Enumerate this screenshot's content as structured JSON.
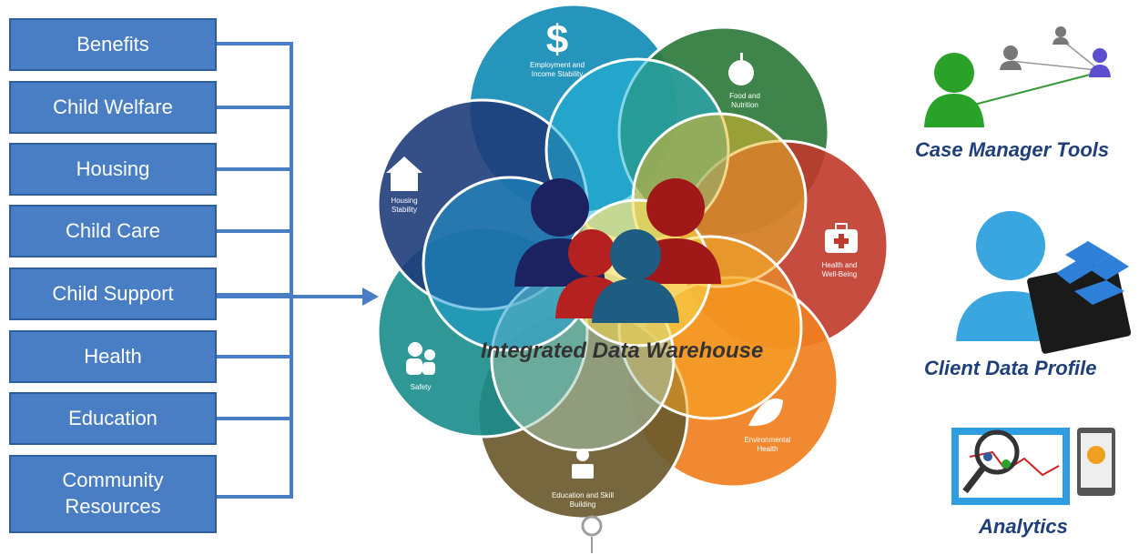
{
  "sources": [
    "Benefits",
    "Child Welfare",
    "Housing",
    "Child Care",
    "Child Support",
    "Health",
    "Education",
    "Community Resources"
  ],
  "center": {
    "title": "Integrated Data Warehouse",
    "petals": [
      {
        "label": "Employment and Income Stability",
        "color": "#1a8fb8",
        "icon": "dollar-icon"
      },
      {
        "label": "Food and Nutrition",
        "color": "#2e7a3c",
        "icon": "apple-icon"
      },
      {
        "label": "Health and Well-Being",
        "color": "#c0392b",
        "icon": "first-aid-kit-icon"
      },
      {
        "label": "Environmental Health",
        "color": "#f07f1e",
        "icon": "leaf-icon"
      },
      {
        "label": "Education and Skill Building",
        "color": "#6b5a2e",
        "icon": "reading-person-icon"
      },
      {
        "label": "Safety",
        "color": "#1a8c8c",
        "icon": "family-icon"
      },
      {
        "label": "Housing Stability",
        "color": "#1f3c7a",
        "icon": "house-icon"
      }
    ]
  },
  "tools": [
    {
      "label": "Case Manager Tools",
      "icon": "network-people-icon"
    },
    {
      "label": "Client Data Profile",
      "icon": "user-dropbox-icon"
    },
    {
      "label": "Analytics",
      "icon": "magnifier-chart-icon"
    }
  ],
  "colors": {
    "box_fill": "#4a7ec4",
    "connector": "#4a7ec4",
    "label_text": "#1f3f7a"
  }
}
